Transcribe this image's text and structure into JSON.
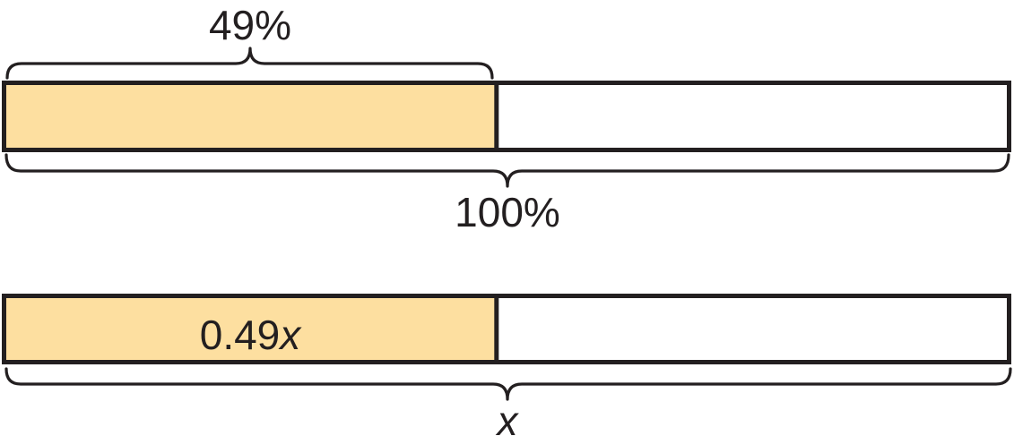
{
  "figure": {
    "title_semantic": "percent-tape-diagram",
    "top_bar": {
      "shaded_label": "49%",
      "total_label": "100%",
      "shaded_fraction": 0.49
    },
    "bottom_bar": {
      "shaded_value": "0.49",
      "shaded_variable": "x",
      "total_variable": "x",
      "shaded_fraction": 0.49
    },
    "colors": {
      "shaded_fill": "#FDDFA0",
      "unshaded_fill": "#FFFFFF",
      "outline": "#231F20",
      "label_text": "#231F20",
      "background": "#FFFFFF"
    }
  }
}
